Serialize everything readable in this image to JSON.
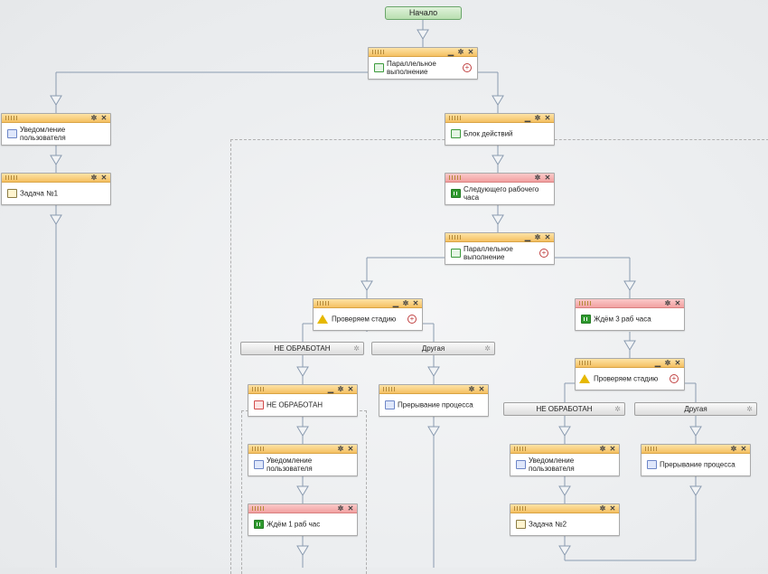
{
  "diagram": {
    "start_label": "Начало",
    "nodes": {
      "parallel_top": "Параллельное выполнение",
      "notify_left": "Уведомление пользователя",
      "task1": "Задача №1",
      "action_block": "Блок действий",
      "next_hour": "Следующего рабочего часа",
      "parallel_inner": "Параллельное выполнение",
      "check_stage_1": "Проверяем стадию",
      "wait3": "Ждём 3 раб часа",
      "not_processed_node": "НЕ ОБРАБОТАН",
      "interrupt_1": "Прерывание процесса",
      "check_stage_2": "Проверяем стадию",
      "notify_mid": "Уведомление пользователя",
      "wait1": "Ждём 1 раб час",
      "notify_right": "Уведомление пользователя",
      "interrupt_2": "Прерывание процесса",
      "task2": "Задача №2"
    },
    "branches": {
      "b1_not_processed": "НЕ ОБРАБОТАН",
      "b1_other": "Другая",
      "b2_not_processed": "НЕ ОБРАБОТАН",
      "b2_other": "Другая"
    },
    "controls": {
      "minimize": "▁",
      "settings": "✲",
      "close": "✕",
      "add": "+"
    }
  }
}
